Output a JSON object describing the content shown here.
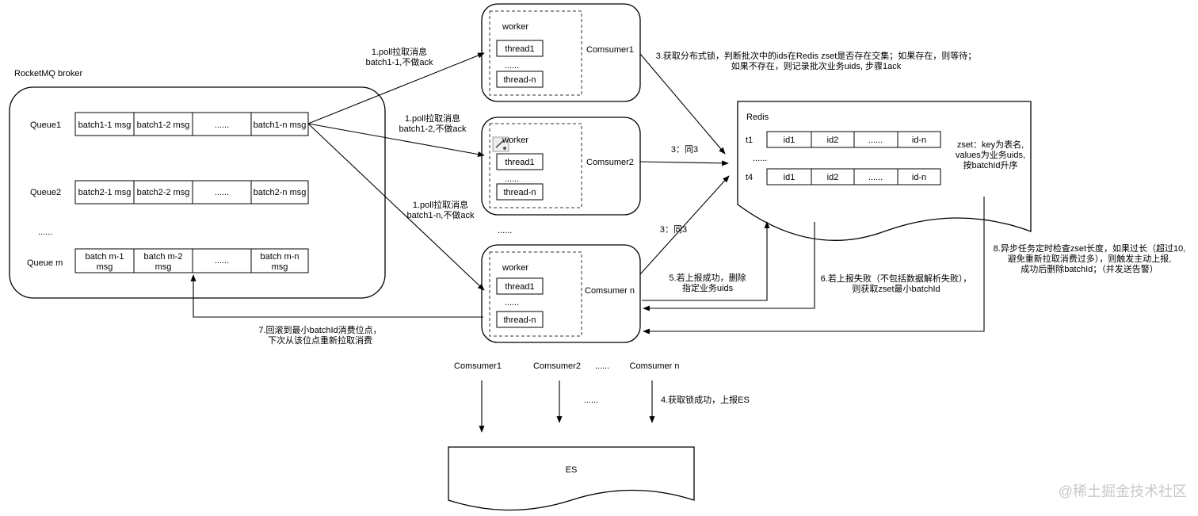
{
  "broker": {
    "title": "RocketMQ broker",
    "queues": [
      {
        "label": "Queue1",
        "cells": [
          "batch1-1 msg",
          "batch1-2 msg",
          "......",
          "batch1-n msg"
        ]
      },
      {
        "label": "Queue2",
        "cells": [
          "batch2-1 msg",
          "batch2-2 msg",
          "......",
          "batch2-n msg"
        ]
      },
      {
        "label": "......",
        "cells": []
      },
      {
        "label": "Queue m",
        "cells": [
          "batch m-1\nmsg",
          "batch m-2\nmsg",
          "......",
          "batch m-n\nmsg"
        ]
      }
    ]
  },
  "consumers": [
    {
      "name": "Comsumer1",
      "worker": "worker",
      "threads": [
        "thread1",
        "......",
        "thread-n"
      ]
    },
    {
      "name": "Comsumer2",
      "worker": "worker",
      "threads": [
        "thread1",
        "......",
        "thread-n"
      ]
    },
    {
      "name": "Comsumer n",
      "worker": "worker",
      "threads": [
        "thread1",
        "......",
        "thread-n"
      ]
    }
  ],
  "consumers_ellipsis": "......",
  "redis": {
    "title": "Redis",
    "rows": [
      {
        "label": "t1",
        "cells": [
          "id1",
          "id2",
          "......",
          "id-n"
        ]
      },
      {
        "label": "......",
        "cells": []
      },
      {
        "label": "t4",
        "cells": [
          "id1",
          "id2",
          "......",
          "id-n"
        ]
      }
    ],
    "note": "zset：key为表名,\nvalues为业务uids,\n按batchId升序"
  },
  "edge_labels": {
    "poll_1": "1.poll拉取消息\nbatch1-1,不做ack",
    "poll_2": "1.poll拉取消息\nbatch1-2,不做ack",
    "poll_n": "1.poll拉取消息\nbatch1-n,不做ack",
    "step3": "3.获取分布式锁，判断批次中的ids在Redis zset是否存在交集；如果存在，则等待；\n如果不存在，则记录批次业务uids, 步骤1ack",
    "step3_c2": "3：同3",
    "step3_cn": "3：同3",
    "step5": "5.若上报成功，删除\n指定业务uids",
    "step6": "6.若上报失败（不包括数据解析失败），\n则获取zset最小batchId",
    "step7": "7.回滚到最小batchId消费位点，\n下次从该位点重新拉取消费",
    "step8": "8.异步任务定时检查zset长度，如果过长（超过10,\n避免重新拉取消费过多），则触发主动上报,\n成功后删除batchId；（并发送告警）",
    "step4": "4.获取锁成功，上报ES"
  },
  "es_flow": {
    "consumers": [
      "Comsumer1",
      "Comsumer2",
      "......",
      "Comsumer n"
    ],
    "middle_ellipsis": "......",
    "target": "ES"
  },
  "watermark": "@稀土掘金技术社区"
}
